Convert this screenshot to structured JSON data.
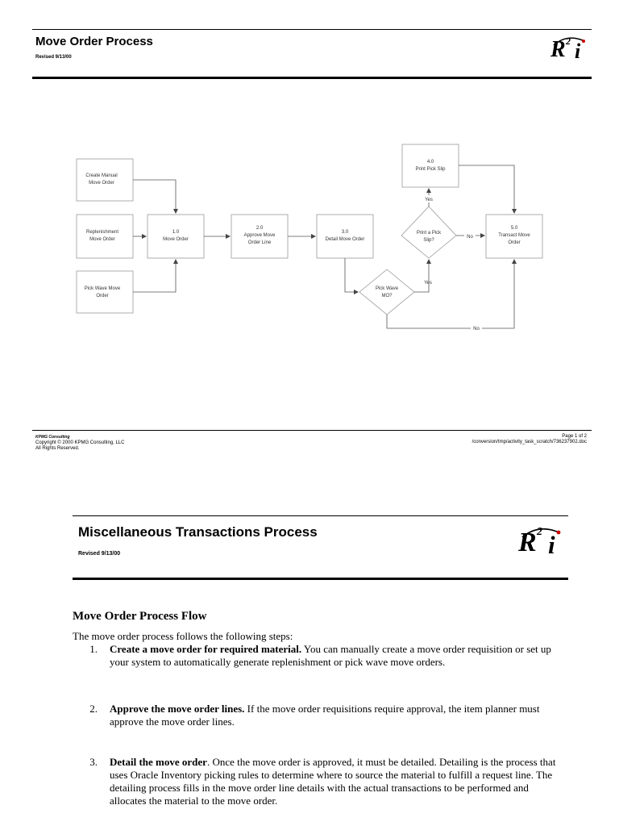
{
  "page1": {
    "header": {
      "title": "Move Order Process",
      "revised": "Revised 9/13/00",
      "logo_main": "R",
      "logo_sup": "2",
      "logo_tail": "i"
    },
    "diagram": {
      "nodes": {
        "create_manual": [
          "Create Manual",
          "Move Order"
        ],
        "replenishment": [
          "Replenishment",
          "Move Order"
        ],
        "pick_wave": [
          "Pick Wave Move",
          "Order"
        ],
        "move_order": [
          "1.0",
          "Move Order"
        ],
        "approve": [
          "2.0",
          "Approve Move",
          "Order Line"
        ],
        "detail": [
          "3.0",
          "Detail Move Order"
        ],
        "print_slip": [
          "4.0",
          "Print Pick Slip"
        ],
        "transact": [
          "5.0",
          "Transact Move",
          "Order"
        ]
      },
      "decisions": {
        "print_question": [
          "Print a Pick",
          "Slip?"
        ],
        "pick_wave_question": [
          "Pick Wave",
          "MO?"
        ]
      },
      "edge_labels": {
        "yes_print": "Yes",
        "no_print": "No",
        "yes_wave": "Yes",
        "no_wave": "No"
      }
    },
    "footer": {
      "company": "KPMG Consulting",
      "copyright": "Copyright © 2000 KPMG Consulting, LLC",
      "rights": "All Rights Reserved.",
      "page": "Page 1 of 2",
      "path": "/conversion/tmp/activity_task_scratch/736237902.doc"
    }
  },
  "page2": {
    "header": {
      "title": "Miscellaneous Transactions Process",
      "revised": "Revised 9/13/00",
      "logo_main": "R",
      "logo_sup": "2",
      "logo_tail": "i"
    },
    "section_title": "Move Order Process Flow",
    "intro": "The move order process follows the following steps:",
    "steps": [
      {
        "num": "1.",
        "bold": "Create a move order for required material.",
        "text": " You can manually create a move order requisition or set up your system to automatically generate replenishment or pick wave move orders."
      },
      {
        "num": "2.",
        "bold": "Approve the move order lines.",
        "text": " If the move order requisitions require approval, the item planner must approve the move order lines."
      },
      {
        "num": "3.",
        "bold": "Detail the move order",
        "text": ". Once the move order is approved, it must be detailed. Detailing is the process that uses Oracle Inventory picking rules to determine where to source the material to fulfill a request line. The detailing process fills in the move order line details with the actual transactions to be performed and allocates the material to the move order."
      }
    ]
  },
  "colors": {
    "ink": "#000000",
    "logo_dot": "#cc0000",
    "diagram_line": "#555555"
  }
}
